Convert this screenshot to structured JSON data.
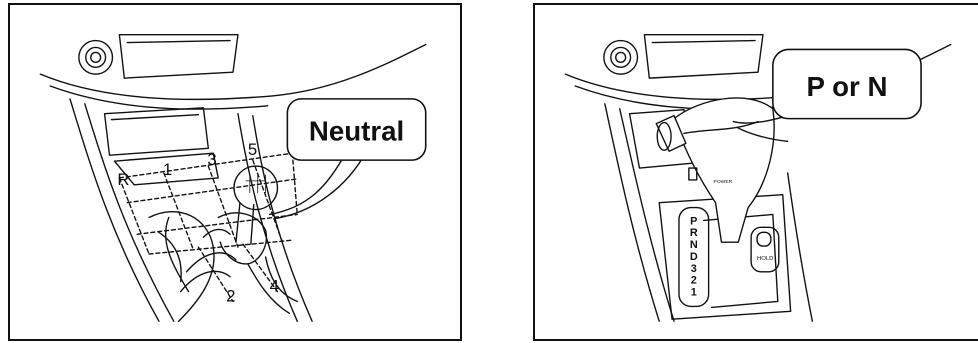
{
  "manual_gear": {
    "callout": "Neutral",
    "gear_numbers": [
      "R",
      "1",
      "3",
      "5",
      "2",
      "4"
    ]
  },
  "auto_gear": {
    "callout": "P or N",
    "shift_positions": [
      "P",
      "R",
      "N",
      "D",
      "3",
      "2",
      "1"
    ],
    "power_label": "POWER",
    "hold_label": "HOLD"
  }
}
